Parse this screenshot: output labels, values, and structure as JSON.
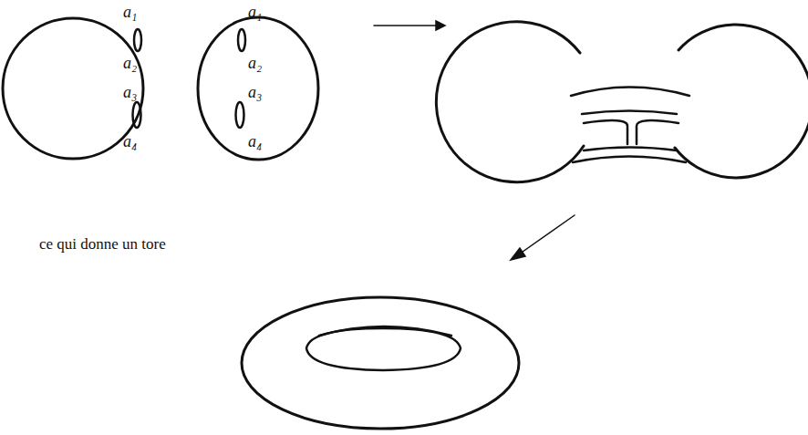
{
  "diagram": {
    "labels": [
      "a₁",
      "a₂",
      "a₃",
      "a₄",
      "a₁",
      "a₂",
      "a₃",
      "a₄",
      "ce qui donne un tore"
    ]
  }
}
